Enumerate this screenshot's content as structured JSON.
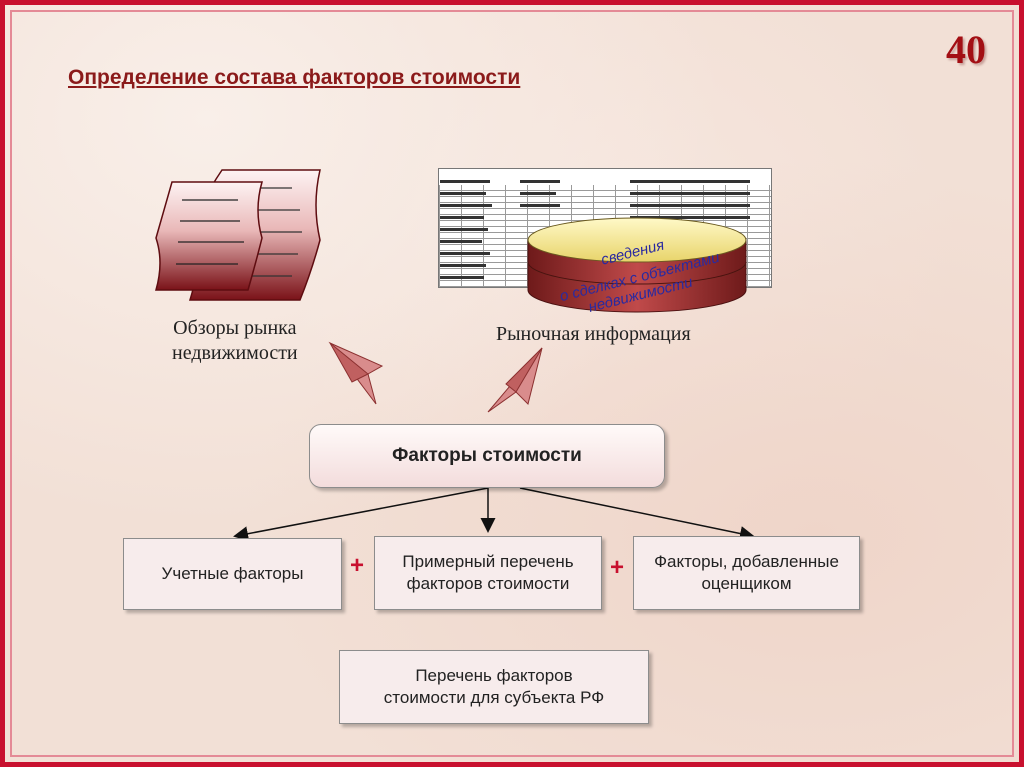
{
  "slide": {
    "page_number": "40",
    "title": "Определение состава факторов стоимости"
  },
  "sources": {
    "reviews_caption_line1": "Обзоры рынка",
    "reviews_caption_line2": "недвижимости",
    "market_caption": "Рыночная информация",
    "db_label_line1": "сведения",
    "db_label_line2": "о сделках с объектами",
    "db_label_line3": "недвижимости"
  },
  "diagram": {
    "main_box": "Факторы стоимости",
    "box_accounting": "Учетные факторы",
    "box_approximate_line1": "Примерный перечень",
    "box_approximate_line2": "факторов стоимости",
    "box_appraiser_line1": "Факторы, добавленные",
    "box_appraiser_line2": "оценщиком",
    "box_result_line1": "Перечень факторов",
    "box_result_line2": "стоимости для субъекта РФ",
    "plus_sign": "+"
  },
  "colors": {
    "frame": "#c8102e",
    "title": "#8b1a1a",
    "document": "#8b1e24",
    "database": "#9b3030"
  },
  "icons": [
    "documents-icon",
    "spreadsheet-icon",
    "database-icon",
    "arrow-icon"
  ]
}
